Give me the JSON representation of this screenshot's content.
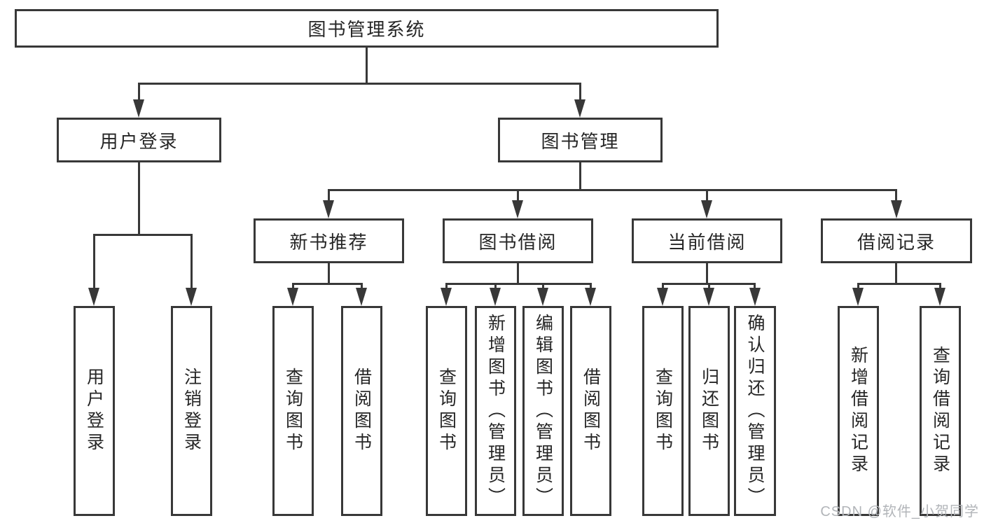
{
  "diagram": {
    "root": "图书管理系统",
    "level2": [
      "用户登录",
      "图书管理"
    ],
    "level3": [
      "新书推荐",
      "图书借阅",
      "当前借阅",
      "借阅记录"
    ],
    "leaves": {
      "user_login": [
        "用户登录",
        "注销登录"
      ],
      "new_book_recommend": [
        "查询图书",
        "借阅图书"
      ],
      "book_borrow": [
        "查询图书",
        "新增图书（管理员）",
        "编辑图书（管理员）",
        "借阅图书"
      ],
      "current_borrow": [
        "查询图书",
        "归还图书",
        "确认归还（管理员）"
      ],
      "borrow_records": [
        "新增借阅记录",
        "查询借阅记录"
      ]
    }
  },
  "watermark": "CSDN @软件_小贺同学",
  "colors": {
    "line": "#383838",
    "text": "#262626",
    "watermark_text": "#b2b5b9",
    "background": "#ffffff"
  }
}
